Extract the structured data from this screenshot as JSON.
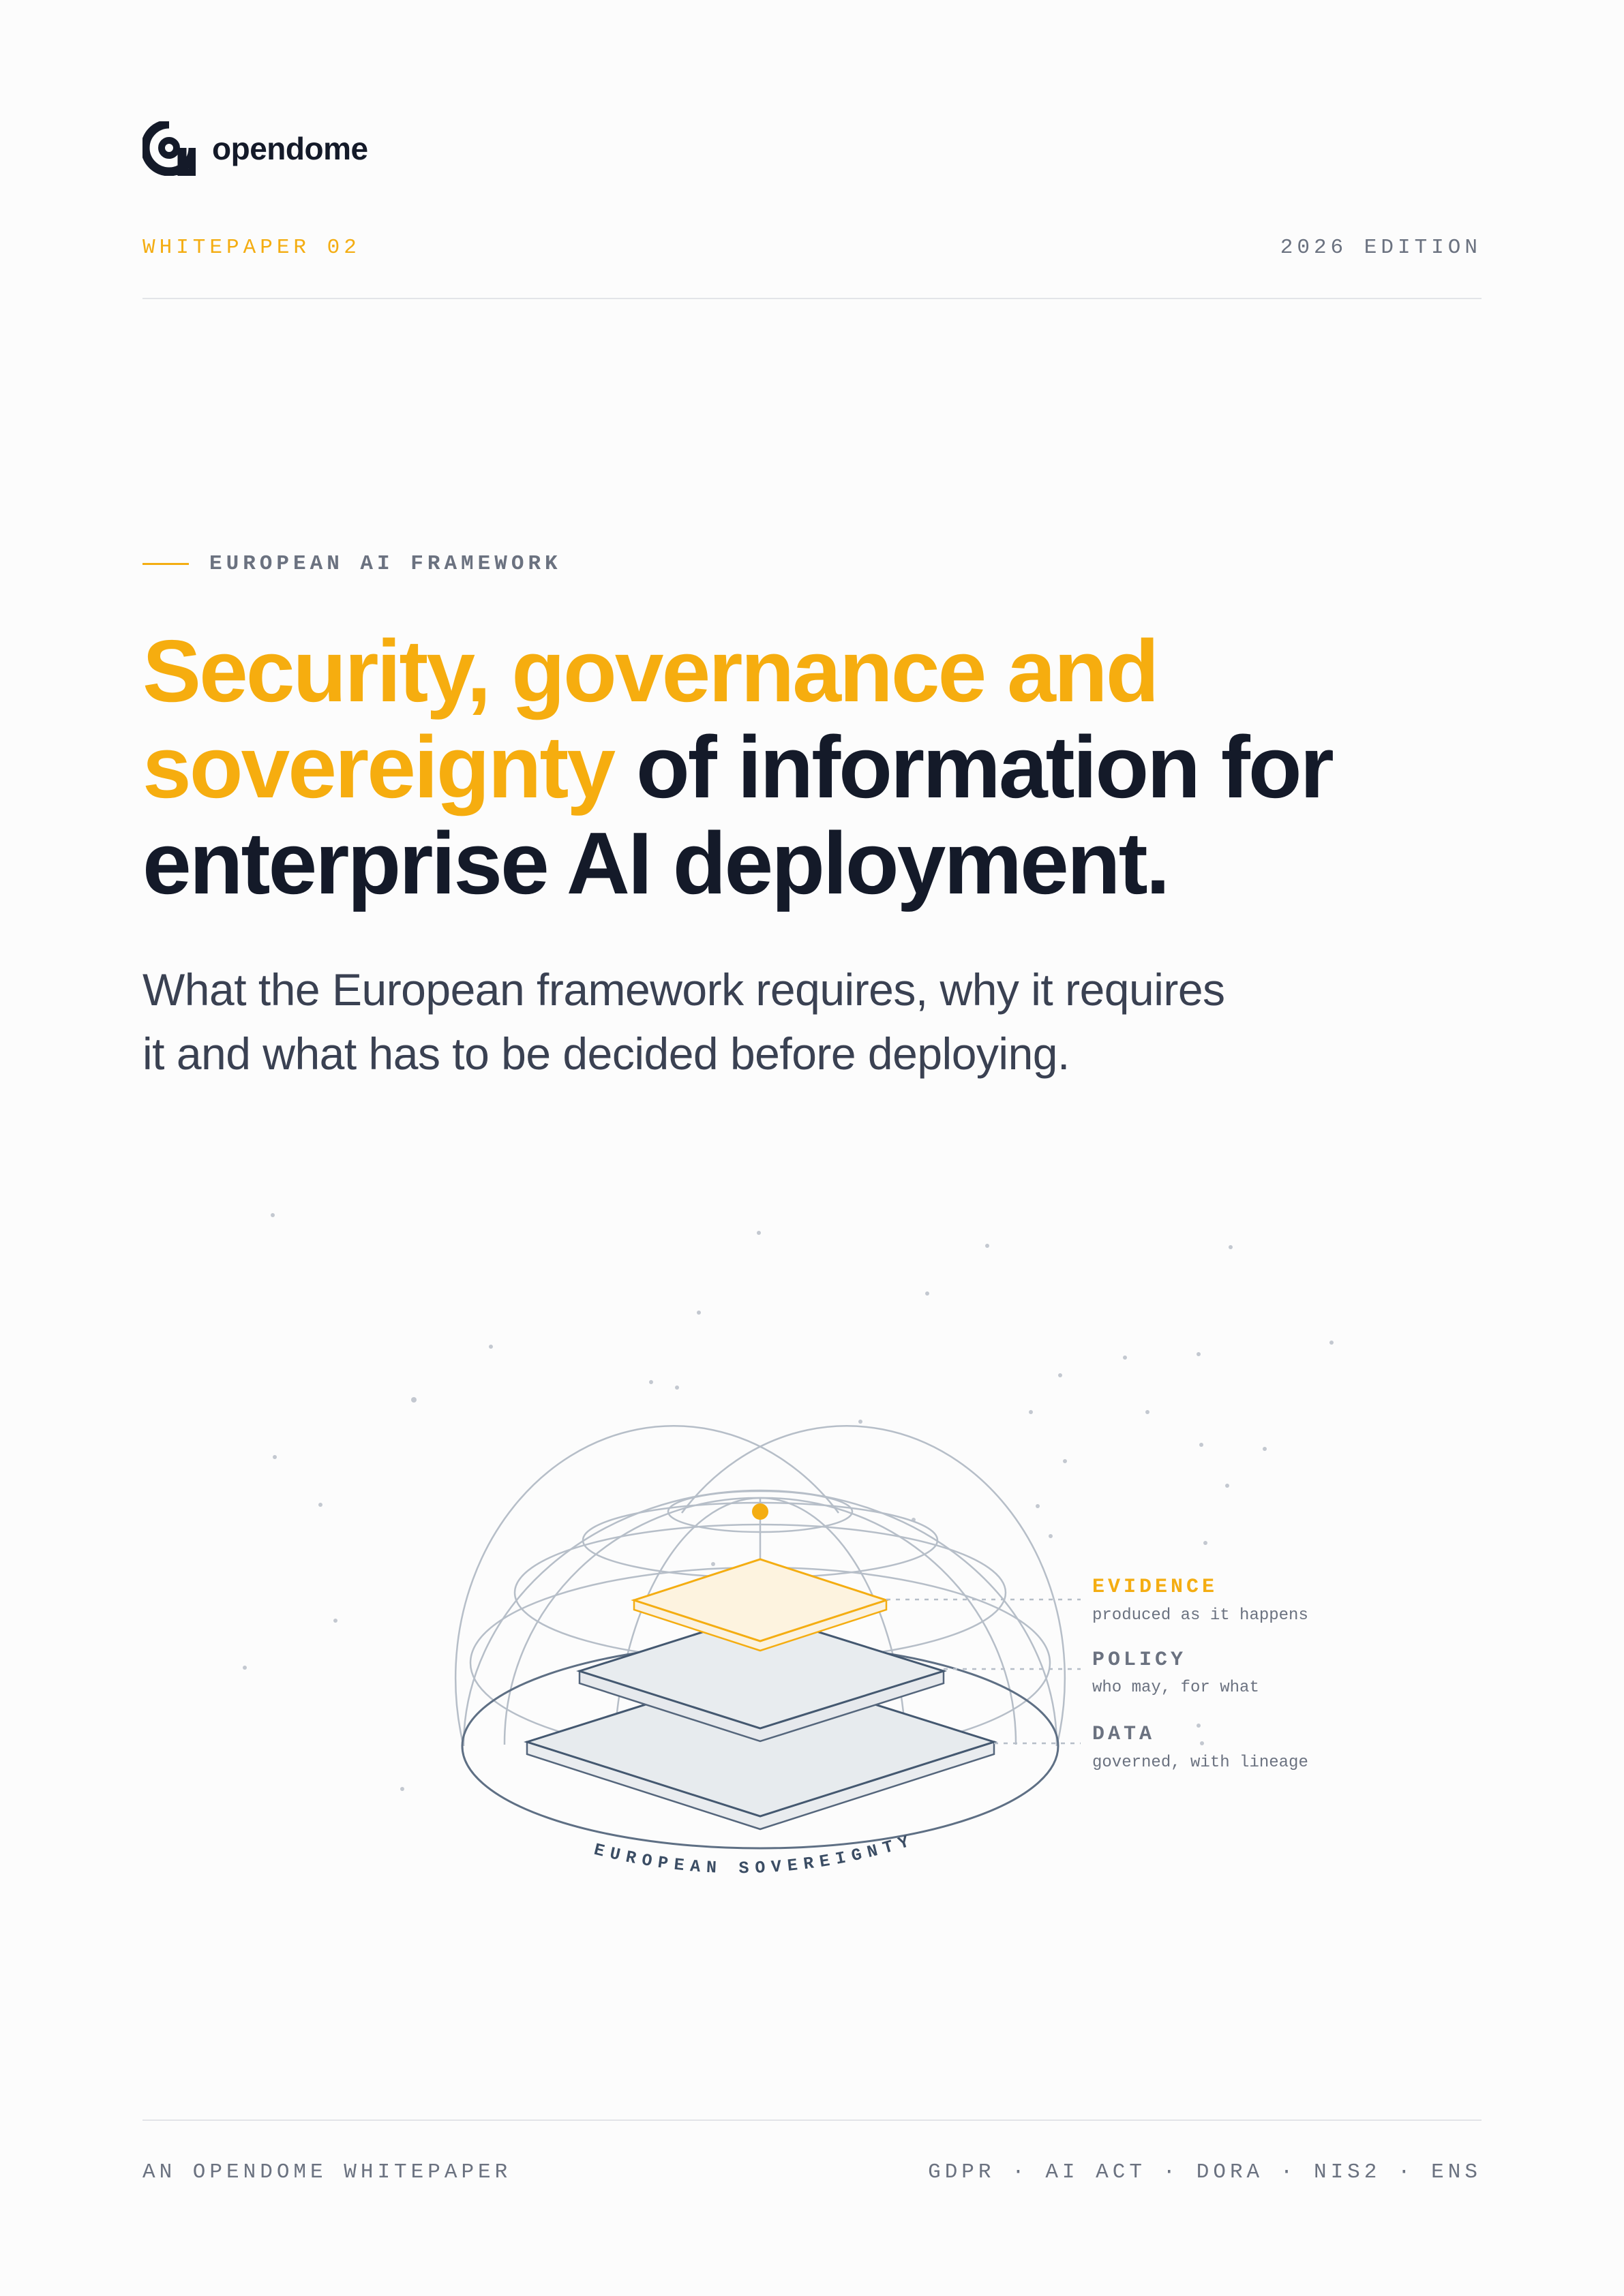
{
  "brand": {
    "name": "opendome",
    "logo_icon": "opendome-logo-icon"
  },
  "header": {
    "series": "WHITEPAPER 02",
    "edition": "2026 EDITION"
  },
  "eyebrow": "EUROPEAN AI FRAMEWORK",
  "title": {
    "highlight_line1": "Security, governance and",
    "highlight_line2": "sovereignty",
    "rest_line2": " of information for",
    "line3": "enterprise AI deployment."
  },
  "subtitle": {
    "line1": "What the European framework requires, why it requires",
    "line2": "it and what has to be decided before deploying."
  },
  "diagram": {
    "layers": [
      {
        "name": "EVIDENCE",
        "caption": "produced as it happens",
        "accent": "#f4ad12"
      },
      {
        "name": "POLICY",
        "caption": "who may, for what",
        "accent": "#6b7280"
      },
      {
        "name": "DATA",
        "caption": "governed, with lineage",
        "accent": "#6b7280"
      }
    ],
    "base_label": "EUROPEAN SOVEREIGNTY"
  },
  "footer": {
    "left": "AN OPENDOME WHITEPAPER",
    "right": "GDPR · AI ACT · DORA · NIS2 · ENS"
  },
  "colors": {
    "accent": "#f4ad12",
    "ink": "#141a29",
    "muted": "#6b7280",
    "line": "#5a6b80"
  }
}
